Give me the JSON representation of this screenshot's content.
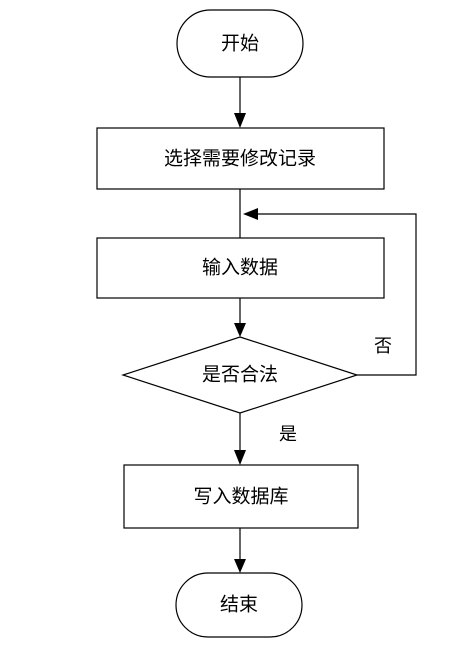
{
  "diagram": {
    "type": "flowchart",
    "nodes": {
      "start": {
        "shape": "terminal",
        "label": "开始"
      },
      "select_record": {
        "shape": "process",
        "label": "选择需要修改记录"
      },
      "input_data": {
        "shape": "process",
        "label": "输入数据"
      },
      "is_valid": {
        "shape": "decision",
        "label": "是否合法"
      },
      "write_db": {
        "shape": "process",
        "label": "写入数据库"
      },
      "end": {
        "shape": "terminal",
        "label": "结束"
      }
    },
    "edges": {
      "no_label": "否",
      "yes_label": "是"
    },
    "colors": {
      "stroke": "#000000",
      "fill": "#ffffff",
      "text": "#000000"
    }
  }
}
